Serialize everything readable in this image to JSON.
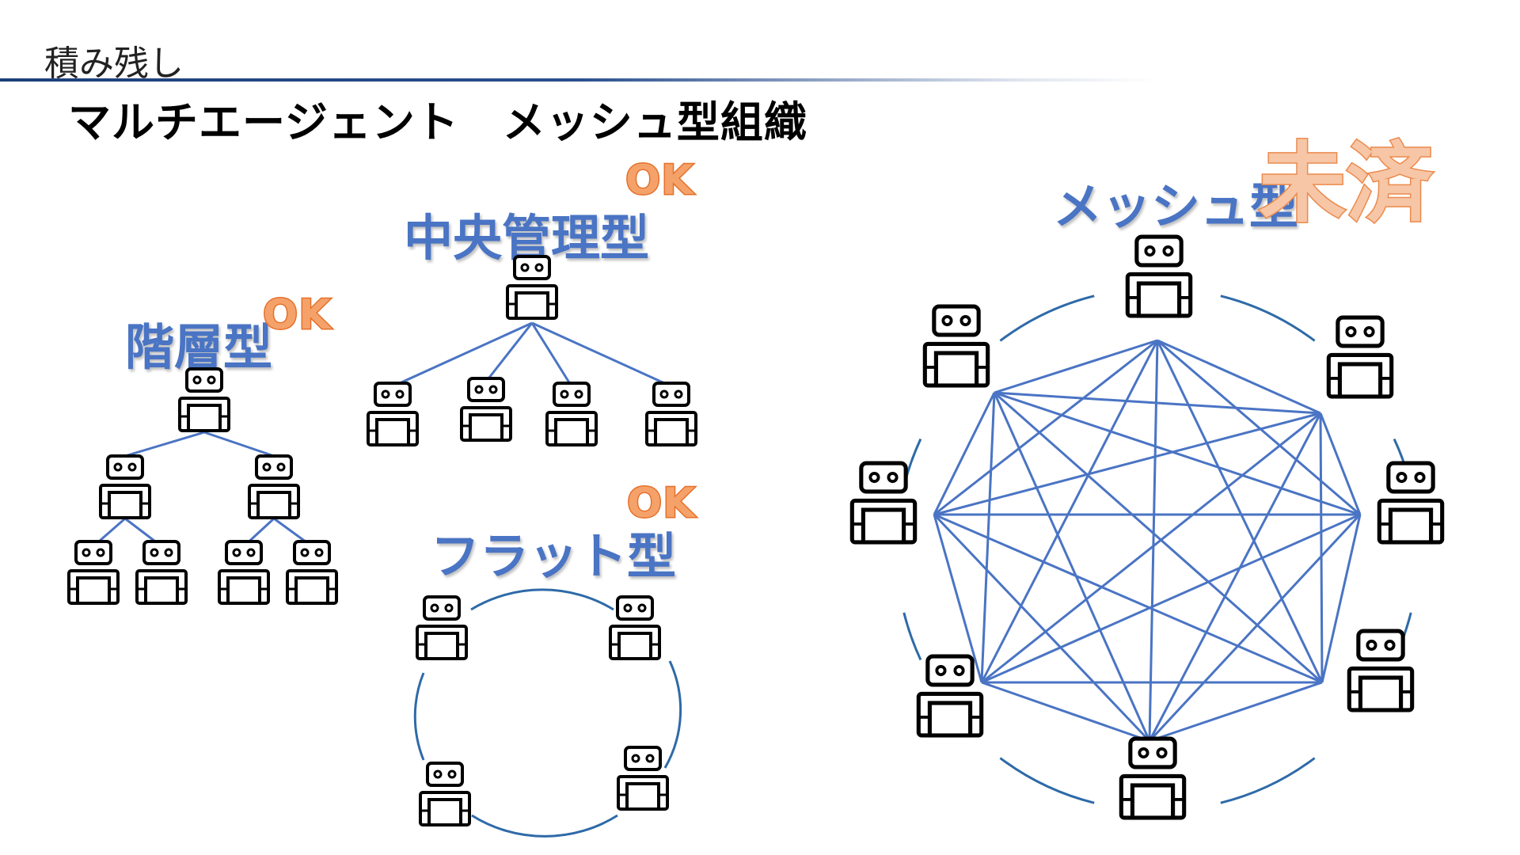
{
  "header": {
    "slide_label": "積み残し",
    "title": "マルチエージェント　メッシュ型組織"
  },
  "hierarchical": {
    "label": "階層型",
    "status": "OK"
  },
  "centralized": {
    "label": "中央管理型",
    "status": "OK"
  },
  "flat": {
    "label": "フラット型",
    "status": "OK"
  },
  "mesh": {
    "label": "メッシュ型",
    "status": "未済"
  },
  "colors": {
    "line": "#4a74c4",
    "ring": "#2e6aa8",
    "label": "#4a74c4",
    "ok": "#e5702a"
  },
  "icons": {
    "agent": "robot-icon"
  }
}
